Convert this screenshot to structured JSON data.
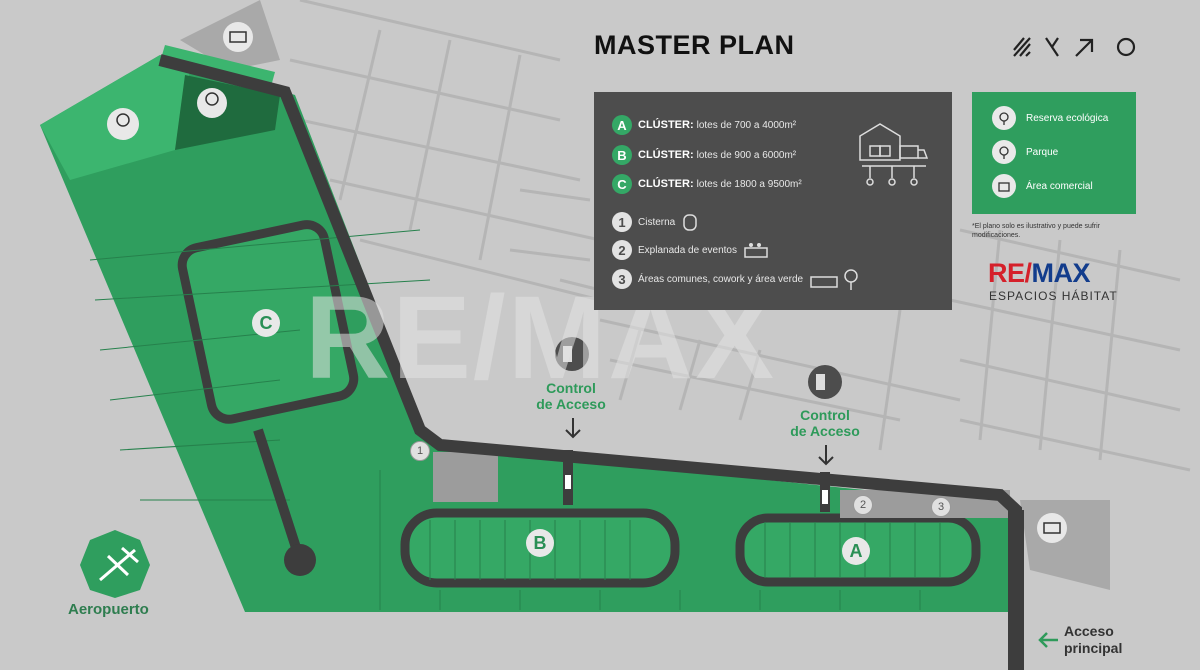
{
  "title": "MASTER PLAN",
  "legend": {
    "clusters": [
      {
        "letter": "A",
        "label": "CLÚSTER:",
        "detail": "lotes de 700 a 4000m²"
      },
      {
        "letter": "B",
        "label": "CLÚSTER:",
        "detail": "lotes de 900 a 6000m²"
      },
      {
        "letter": "C",
        "label": "CLÚSTER:",
        "detail": "lotes de 1800 a 9500m²"
      }
    ],
    "amenities": [
      {
        "number": "1",
        "label": "Cisterna"
      },
      {
        "number": "2",
        "label": "Explanada de eventos"
      },
      {
        "number": "3",
        "label": "Áreas comunes, cowork y área verde"
      }
    ]
  },
  "zones": [
    {
      "label": "Reserva ecológica",
      "icon": "tree-icon"
    },
    {
      "label": "Parque",
      "icon": "tree-icon"
    },
    {
      "label": "Área comercial",
      "icon": "store-icon"
    }
  ],
  "note": "*El plano solo es ilustrativo y puede sufrir modificaciones.",
  "remax": {
    "red": "RE/",
    "blue": "MAX",
    "subtitle": "ESPACIOS HÁBITAT"
  },
  "watermark": "RE/MAX",
  "watermark_reg": "®",
  "control_access": {
    "line1": "Control",
    "line2": "de Acceso"
  },
  "airport": "Aeropuerto",
  "main_access": {
    "line1": "Acceso",
    "line2": "principal"
  },
  "map_labels": {
    "a": "A",
    "b": "B",
    "c": "C",
    "n1": "1",
    "n2": "2",
    "n3": "3"
  },
  "colors": {
    "green": "#2f9e5e",
    "dark_green": "#1f6b3e",
    "road": "#3d3d3d",
    "background": "#c9c9c9",
    "remax_red": "#d5202a",
    "remax_blue": "#123c8c"
  }
}
